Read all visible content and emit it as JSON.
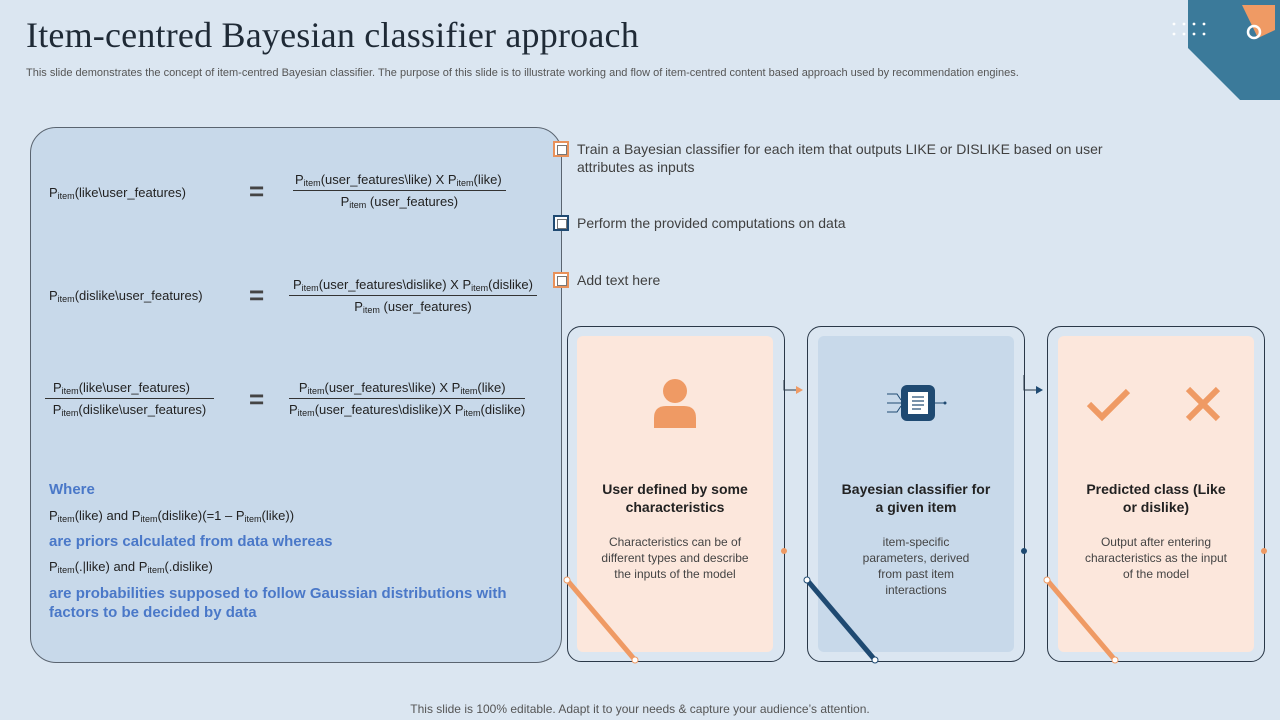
{
  "header": {
    "title": "Item-centred Bayesian classifier approach",
    "subtitle": "This slide demonstrates the concept of item-centred Bayesian classifier. The purpose of this slide is to illustrate working and flow of item-centred content based approach used by recommendation engines."
  },
  "formulas": {
    "p": "P",
    "sub": "item",
    "f1": {
      "lhs": "(like\\user_features)",
      "num_a": "(user_features\\like) X ",
      "num_b": "(like)",
      "den": " (user_features)"
    },
    "f2": {
      "lhs": "(dislike\\user_features)",
      "num_a": "(user_features\\dislike) X ",
      "num_b": "(dislike)",
      "den": " (user_features)"
    },
    "f3": {
      "lhs_num": "(like\\user_features)",
      "lhs_den": "(dislike\\user_features)",
      "num_a": "(user_features\\like) X ",
      "num_b": "(like)",
      "den_a": "(user_features\\dislike)X ",
      "den_b": "(dislike)"
    },
    "where": "Where",
    "priors_a": "(like)   and   ",
    "priors_b": "(dislike)(=1 – ",
    "priors_c": "(like))",
    "priors_text": "are priors calculated from data whereas",
    "probs_a": "(.|like)   and ",
    "probs_b": "(.dislike)",
    "probs_text": "are probabilities supposed to follow Gaussian distributions with factors to be decided by data"
  },
  "bullets": [
    {
      "text": "Train a Bayesian classifier for each item that outputs LIKE or DISLIKE based on user attributes as inputs",
      "color": "#e8915a"
    },
    {
      "text": "Perform the provided computations on data",
      "color": "#1f4a72"
    },
    {
      "text": "Add text here",
      "color": "#e8915a"
    }
  ],
  "cards": [
    {
      "title": "User defined by some characteristics",
      "text": "Characteristics can be of different types and describe the inputs of the model",
      "bg": "#fce7dc",
      "accent": "#ef9a64"
    },
    {
      "title": "Bayesian classifier for a given item",
      "text": "item-specific parameters, derived from past item interactions",
      "bg": "#c8d9ea",
      "accent": "#1f4a72"
    },
    {
      "title": "Predicted class (Like or dislike)",
      "text": "Output after entering characteristics as the input of the model",
      "bg": "#fce7dc",
      "accent": "#ef9a64"
    }
  ],
  "footer": "This slide is 100% editable. Adapt it to your needs & capture your audience’s attention."
}
